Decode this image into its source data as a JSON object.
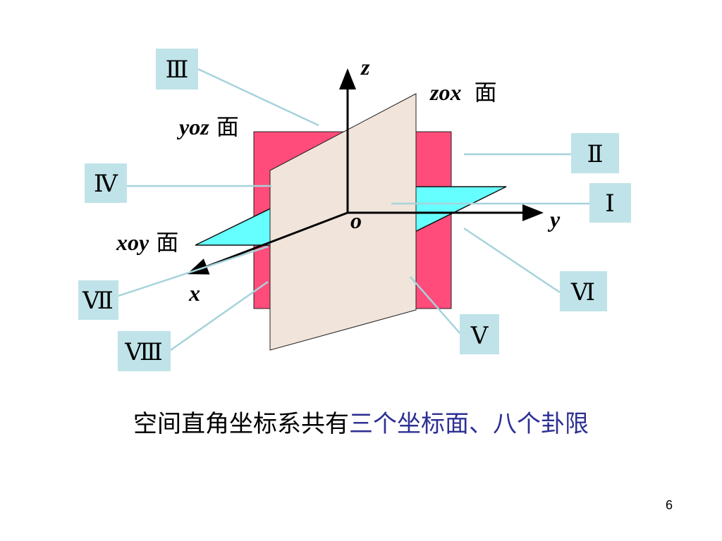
{
  "labels": {
    "octant_1": "Ⅰ",
    "octant_2": "Ⅱ",
    "octant_3": "Ⅲ",
    "octant_4": "Ⅳ",
    "octant_5": "Ⅴ",
    "octant_6": "Ⅵ",
    "octant_7": "Ⅶ",
    "octant_8": "Ⅷ",
    "axis_x": "x",
    "axis_y": "y",
    "axis_z": "z",
    "origin": "o",
    "plane_yoz_var": "yoz",
    "plane_zox_var": "zox",
    "plane_xoy_var": "xoy",
    "plane_suffix": "面"
  },
  "caption": {
    "part1": "空间直角坐标系共有",
    "part2": "三个坐标面、八个卦限"
  },
  "page_number": "6",
  "colors": {
    "xoz_plane": "#FF4C7A",
    "yoz_plane": "#F1E4DB",
    "xoy_plane": "#66FFFF",
    "label_box": "#BFE3E8",
    "leader_line": "#A6D3DC",
    "caption_highlight": "#2E3192"
  }
}
